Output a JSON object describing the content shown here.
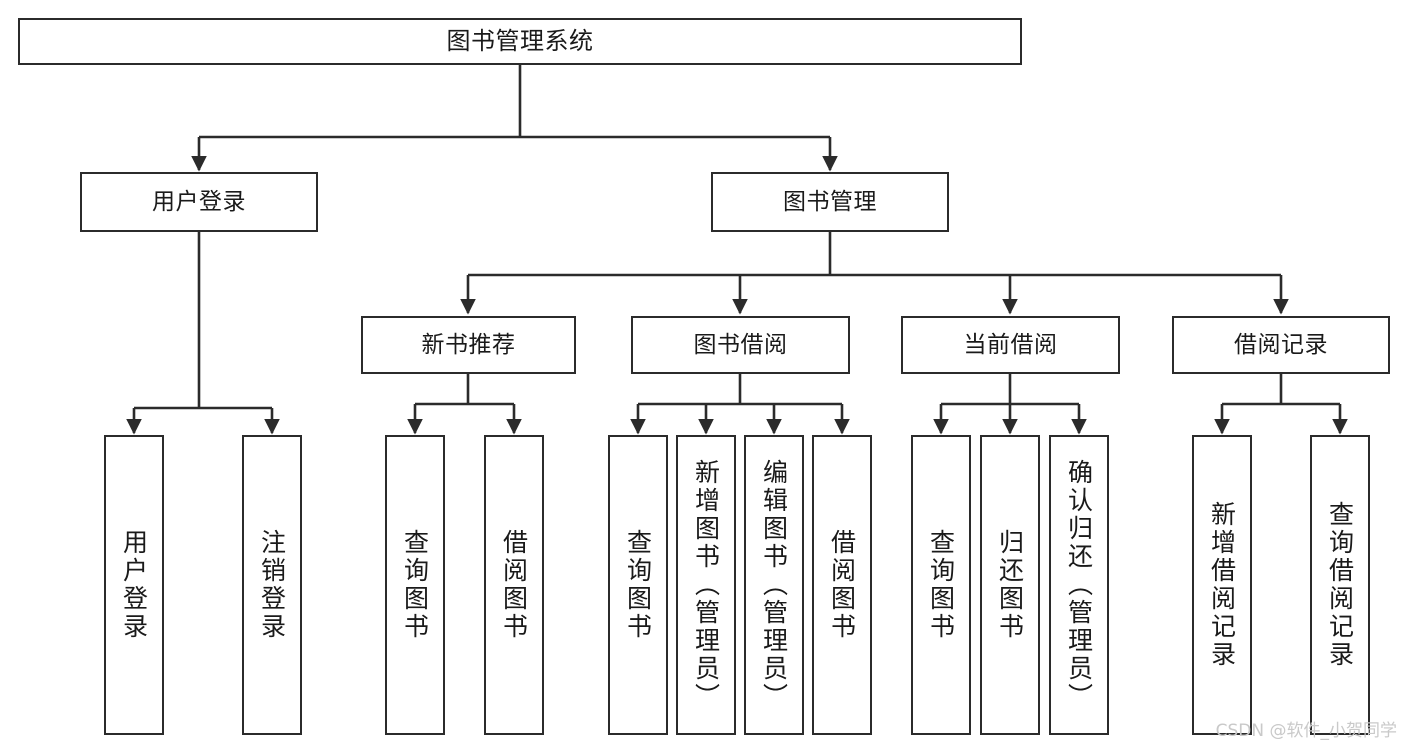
{
  "diagram": {
    "title": "图书管理系统",
    "type": "tree-hierarchy-flowchart",
    "watermark": "CSDN @软件_小贺同学",
    "colors": {
      "stroke": "#2b2b2b",
      "fill": "#ffffff",
      "text": "#1a1a1a",
      "watermark": "#c9c9c9",
      "background": "#ffffff"
    },
    "nodes": {
      "root": {
        "label": "图书管理系统"
      },
      "level2": [
        {
          "id": "user-login",
          "label": "用户登录"
        },
        {
          "id": "book-management",
          "label": "图书管理"
        }
      ],
      "level3": [
        {
          "id": "new-book-recommend",
          "label": "新书推荐"
        },
        {
          "id": "book-borrow",
          "label": "图书借阅"
        },
        {
          "id": "current-borrow",
          "label": "当前借阅"
        },
        {
          "id": "borrow-record",
          "label": "借阅记录"
        }
      ],
      "leaves": {
        "user_login": [
          {
            "id": "leaf-user-login",
            "label": "用户登录"
          },
          {
            "id": "leaf-logout",
            "label": "注销登录"
          }
        ],
        "new_book_recommend": [
          {
            "id": "leaf-query-book-1",
            "label": "查询图书"
          },
          {
            "id": "leaf-borrow-book-1",
            "label": "借阅图书"
          }
        ],
        "book_borrow": [
          {
            "id": "leaf-query-book-2",
            "label": "查询图书"
          },
          {
            "id": "leaf-add-book",
            "label": "新增图书（管理员）"
          },
          {
            "id": "leaf-edit-book",
            "label": "编辑图书（管理员）"
          },
          {
            "id": "leaf-borrow-book-2",
            "label": "借阅图书"
          }
        ],
        "current_borrow": [
          {
            "id": "leaf-query-book-3",
            "label": "查询图书"
          },
          {
            "id": "leaf-return-book",
            "label": "归还图书"
          },
          {
            "id": "leaf-confirm-return",
            "label": "确认归还（管理员）"
          }
        ],
        "borrow_record": [
          {
            "id": "leaf-add-record",
            "label": "新增借阅记录"
          },
          {
            "id": "leaf-query-record",
            "label": "查询借阅记录"
          }
        ]
      }
    }
  }
}
